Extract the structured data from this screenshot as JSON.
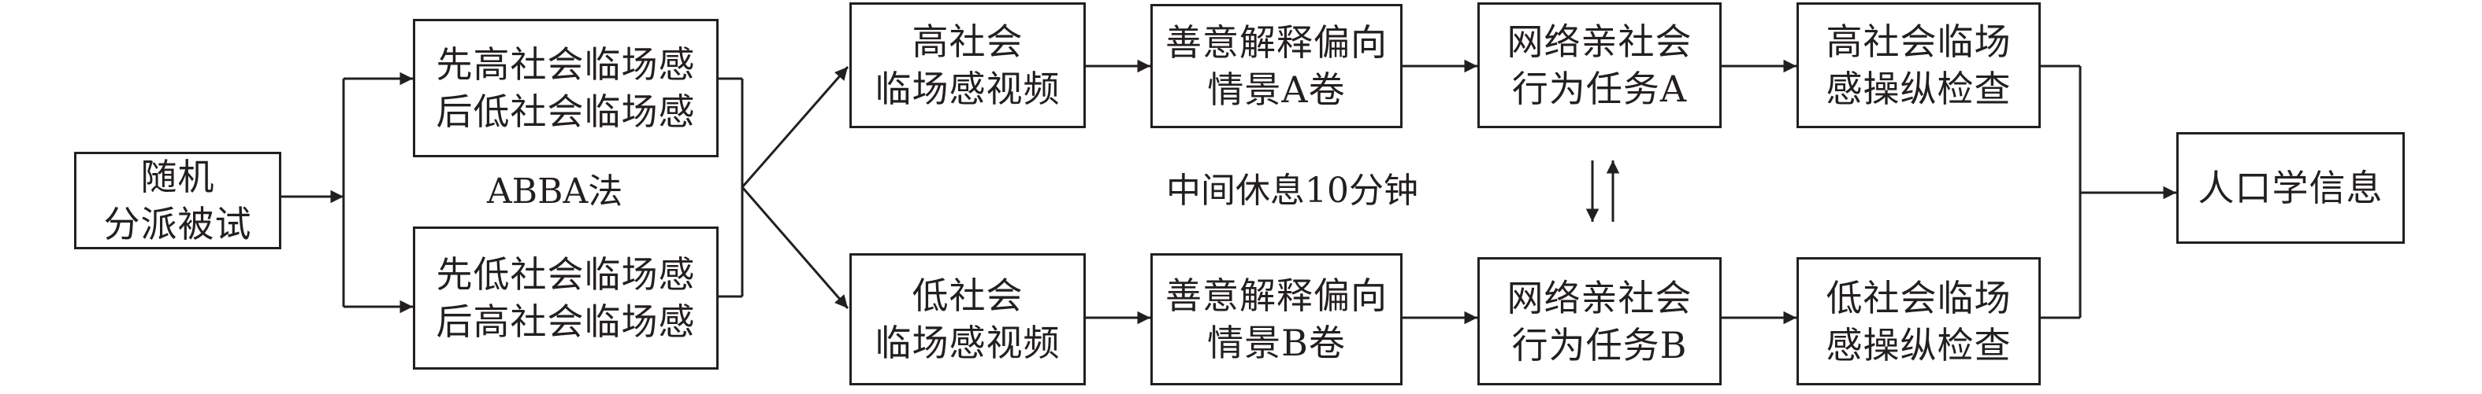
{
  "random": {
    "line1": "随机",
    "line2": "分派被试"
  },
  "orders": {
    "high_first": {
      "line1": "先高社会临场感",
      "line2": "后低社会临场感"
    },
    "low_first": {
      "line1": "先低社会临场感",
      "line2": "后高社会临场感"
    }
  },
  "abba_label": "ABBA法",
  "break_label": "中间休息10分钟",
  "high_row": {
    "video": {
      "line1": "高社会",
      "line2": "临场感视频"
    },
    "scenario": {
      "line1": "善意解释偏向",
      "line2": "情景A卷"
    },
    "task": {
      "line1": "网络亲社会",
      "line2": "行为任务A"
    },
    "check": {
      "line1": "高社会临场",
      "line2": "感操纵检查"
    }
  },
  "low_row": {
    "video": {
      "line1": "低社会",
      "line2": "临场感视频"
    },
    "scenario": {
      "line1": "善意解释偏向",
      "line2": "情景B卷"
    },
    "task": {
      "line1": "网络亲社会",
      "line2": "行为任务B"
    },
    "check": {
      "line1": "低社会临场",
      "line2": "感操纵检查"
    }
  },
  "demographics": {
    "label": "人口学信息"
  }
}
